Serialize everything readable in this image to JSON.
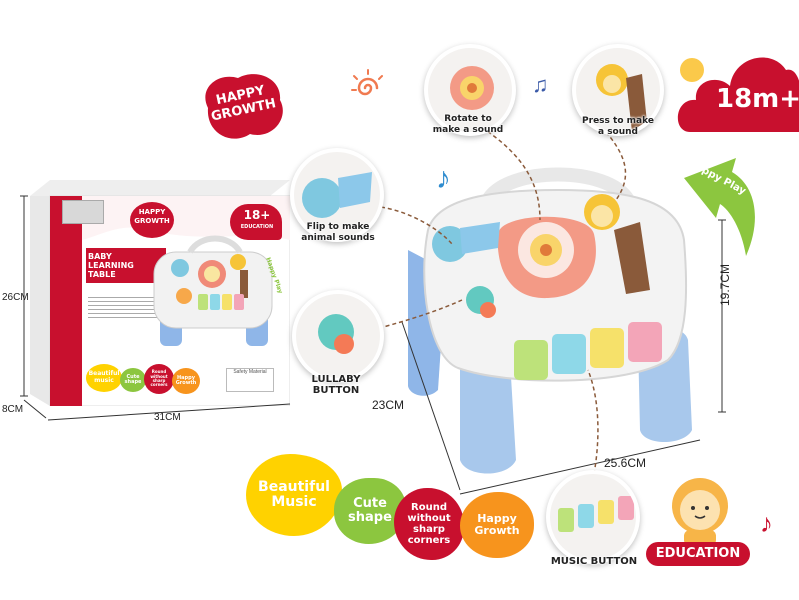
{
  "badges": {
    "happy_growth": "HAPPY GROWTH",
    "age": "18m+",
    "happy_play": "Happy Play",
    "education": "EDUCATION"
  },
  "callouts": {
    "rotate": "Rotate to make a sound",
    "press": "Press to make a sound",
    "flip": "Flip to make animal sounds",
    "lullaby": "LULLABY BUTTON",
    "music": "MUSIC BUTTON"
  },
  "dimensions": {
    "box_height": "26CM",
    "box_depth": "8CM",
    "box_width": "31CM",
    "table_height": "19.7CM",
    "table_depth": "23CM",
    "table_width": "25.6CM"
  },
  "features": {
    "beautiful_music": "Beautiful Music",
    "cute_shape": "Cute shape",
    "round_corners": "Round without sharp corners",
    "happy_growth": "Happy Growth"
  },
  "box": {
    "title_line1": "BABY",
    "title_line2": "LEARNING",
    "title_line3": "TABLE",
    "badge": "HAPPY GROWTH",
    "age": "18+",
    "age_sub": "EDUCATION",
    "side_label": "Happy Play",
    "feature1": "Beautiful music",
    "feature2": "Cute shape",
    "feature3": "Round without sharp corners",
    "feature4": "Happy Growth",
    "safety": "Safety Material"
  },
  "colors": {
    "red": "#c8102e",
    "green": "#8cc63f",
    "yellow": "#ffd200",
    "orange": "#f7941d",
    "blue": "#8fc8e8"
  }
}
